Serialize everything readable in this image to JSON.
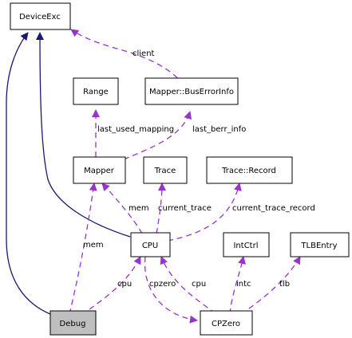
{
  "nodes": [
    {
      "id": "DeviceExc",
      "label": "DeviceExc",
      "highlighted": false
    },
    {
      "id": "Range",
      "label": "Range",
      "highlighted": false
    },
    {
      "id": "BusErrorInfo",
      "label": "Mapper::BusErrorInfo",
      "highlighted": false
    },
    {
      "id": "Mapper",
      "label": "Mapper",
      "highlighted": false
    },
    {
      "id": "Trace",
      "label": "Trace",
      "highlighted": false
    },
    {
      "id": "TraceRecord",
      "label": "Trace::Record",
      "highlighted": false
    },
    {
      "id": "CPU",
      "label": "CPU",
      "highlighted": false
    },
    {
      "id": "IntCtrl",
      "label": "IntCtrl",
      "highlighted": false
    },
    {
      "id": "TLBEntry",
      "label": "TLBEntry",
      "highlighted": false
    },
    {
      "id": "Debug",
      "label": "Debug",
      "highlighted": true
    },
    {
      "id": "CPZero",
      "label": "CPZero",
      "highlighted": false
    }
  ],
  "edge_labels": {
    "client": "client",
    "last_used_mapping": "last_used_mapping",
    "last_berr_info": "last_berr_info",
    "mem_cpu": "mem",
    "current_trace": "current_trace",
    "current_trace_record": "current_trace_record",
    "mem_debug": "mem",
    "cpu_debug": "cpu",
    "cpzero": "cpzero",
    "cpu_cpzero": "cpu",
    "intc": "intc",
    "tlb": "tlb"
  },
  "colors": {
    "inheritance": "#191970",
    "association": "#9a32cd",
    "highlight_fill": "#bfbfbf",
    "node_fill": "#ffffff",
    "border": "#000000"
  }
}
